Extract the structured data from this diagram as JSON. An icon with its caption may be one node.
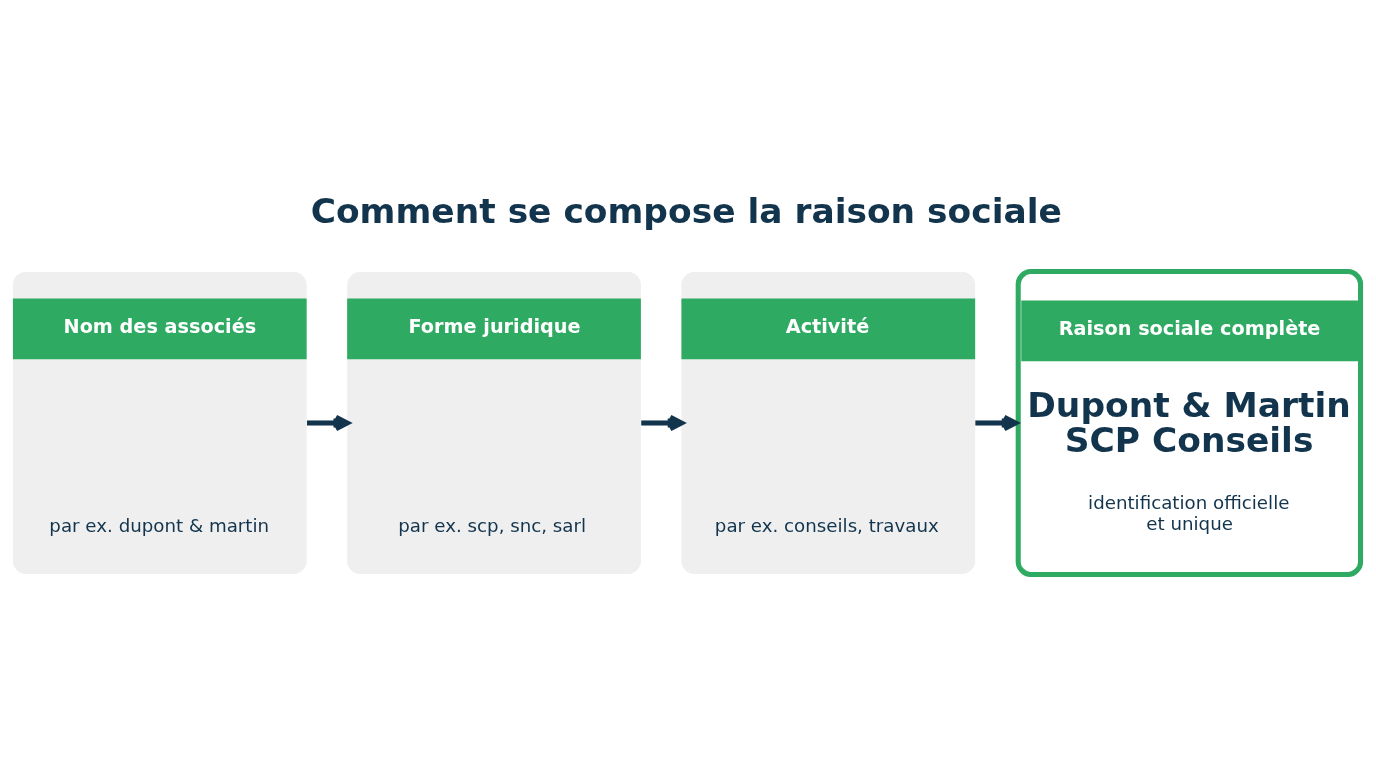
{
  "diagram": {
    "title": "Comment se compose la raison sociale",
    "nodes": [
      {
        "text": [
          "Nom des associés",
          "par ex. dupont & martin"
        ]
      },
      {
        "text": [
          "Forme juridique",
          "par ex. scp, snc, sarl"
        ]
      },
      {
        "text": [
          "Activité",
          "par ex. conseils, travaux"
        ]
      },
      {
        "text": [
          "Raison sociale complète",
          "Dupont & Martin SCP Conseils",
          "identification officielle et unique"
        ]
      }
    ],
    "edges": [
      {
        "from": 0,
        "to": 1,
        "arrow": "to"
      },
      {
        "from": 1,
        "to": 2,
        "arrow": "to"
      },
      {
        "from": 2,
        "to": 3,
        "arrow": "to"
      }
    ]
  }
}
